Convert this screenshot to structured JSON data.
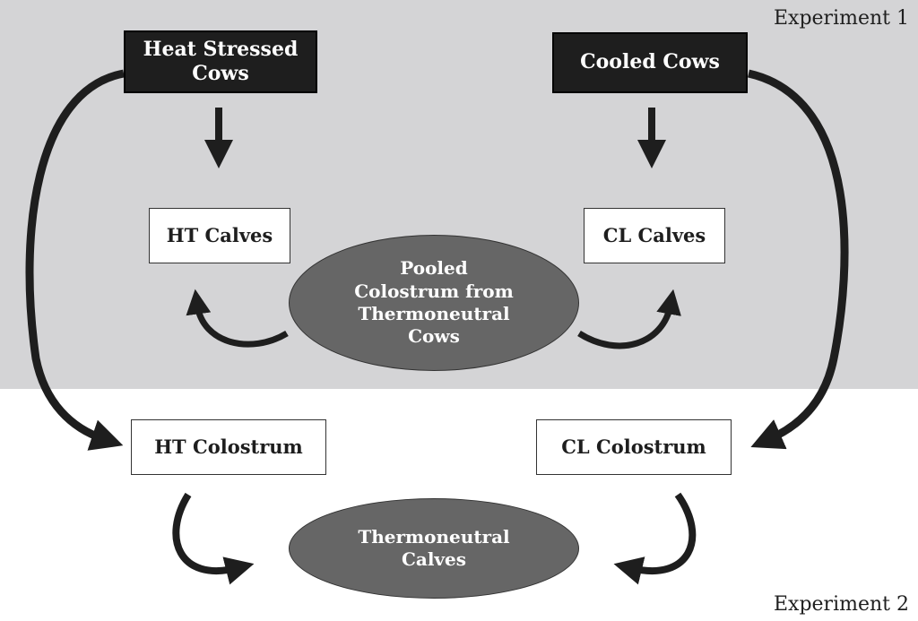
{
  "regions": {
    "experiment1_label": "Experiment 1",
    "experiment2_label": "Experiment 2"
  },
  "nodes": {
    "heat_stressed_cows": "Heat Stressed\nCows",
    "cooled_cows": "Cooled Cows",
    "ht_calves": "HT Calves",
    "cl_calves": "CL Calves",
    "pooled_colostrum": "Pooled\nColostrum from\nThermoneutral\nCows",
    "ht_colostrum": "HT Colostrum",
    "cl_colostrum": "CL Colostrum",
    "thermoneutral_calves": "Thermoneutral\nCalves"
  },
  "colors": {
    "experiment1_background": "#d4d4d6",
    "experiment2_background": "#ffffff",
    "dark_box": "#1e1e1e",
    "oval_fill": "#666666",
    "arrow": "#1e1e1e"
  }
}
